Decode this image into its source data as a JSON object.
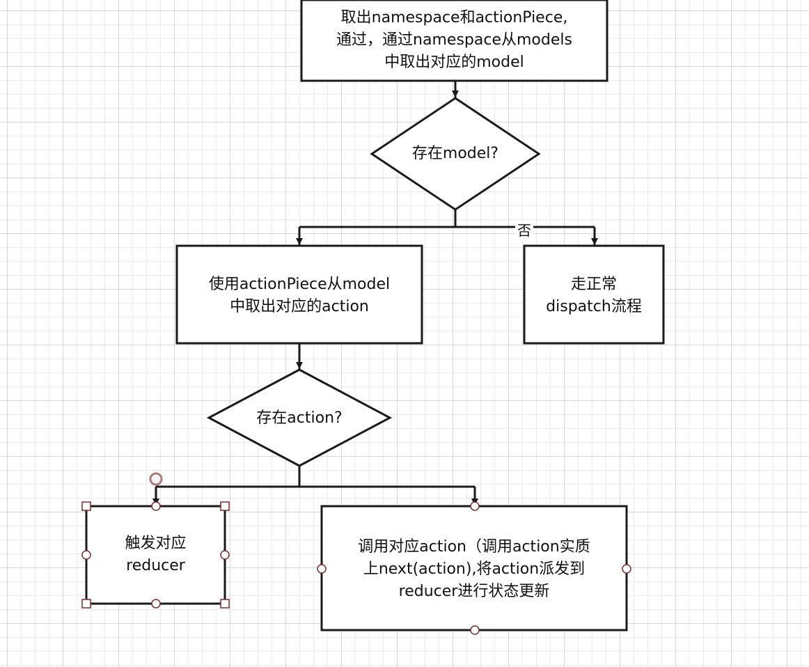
{
  "nodes": {
    "get_model": {
      "lines": [
        "取出namespace和actionPiece,",
        "通过，通过namespace从models",
        "中取出对应的model"
      ]
    },
    "has_model": {
      "text": "存在model?"
    },
    "get_action": {
      "lines": [
        "使用actionPiece从model",
        "中取出对应的action"
      ]
    },
    "normal_dispatch": {
      "lines": [
        "走正常",
        "dispatch流程"
      ]
    },
    "has_action": {
      "text": "存在action?"
    },
    "trigger_reducer": {
      "lines": [
        "触发对应",
        "reducer"
      ]
    },
    "call_action": {
      "lines": [
        "调用对应action（调用action实质",
        "上next(action),将action派发到",
        "reducer进行状态更新"
      ]
    }
  },
  "edges": {
    "no_label": "否"
  },
  "colors": {
    "stroke": "#1a1a1a",
    "selection": "#7a2b2b",
    "grid_major": "#d6d6d6",
    "grid_minor": "#ececec"
  }
}
